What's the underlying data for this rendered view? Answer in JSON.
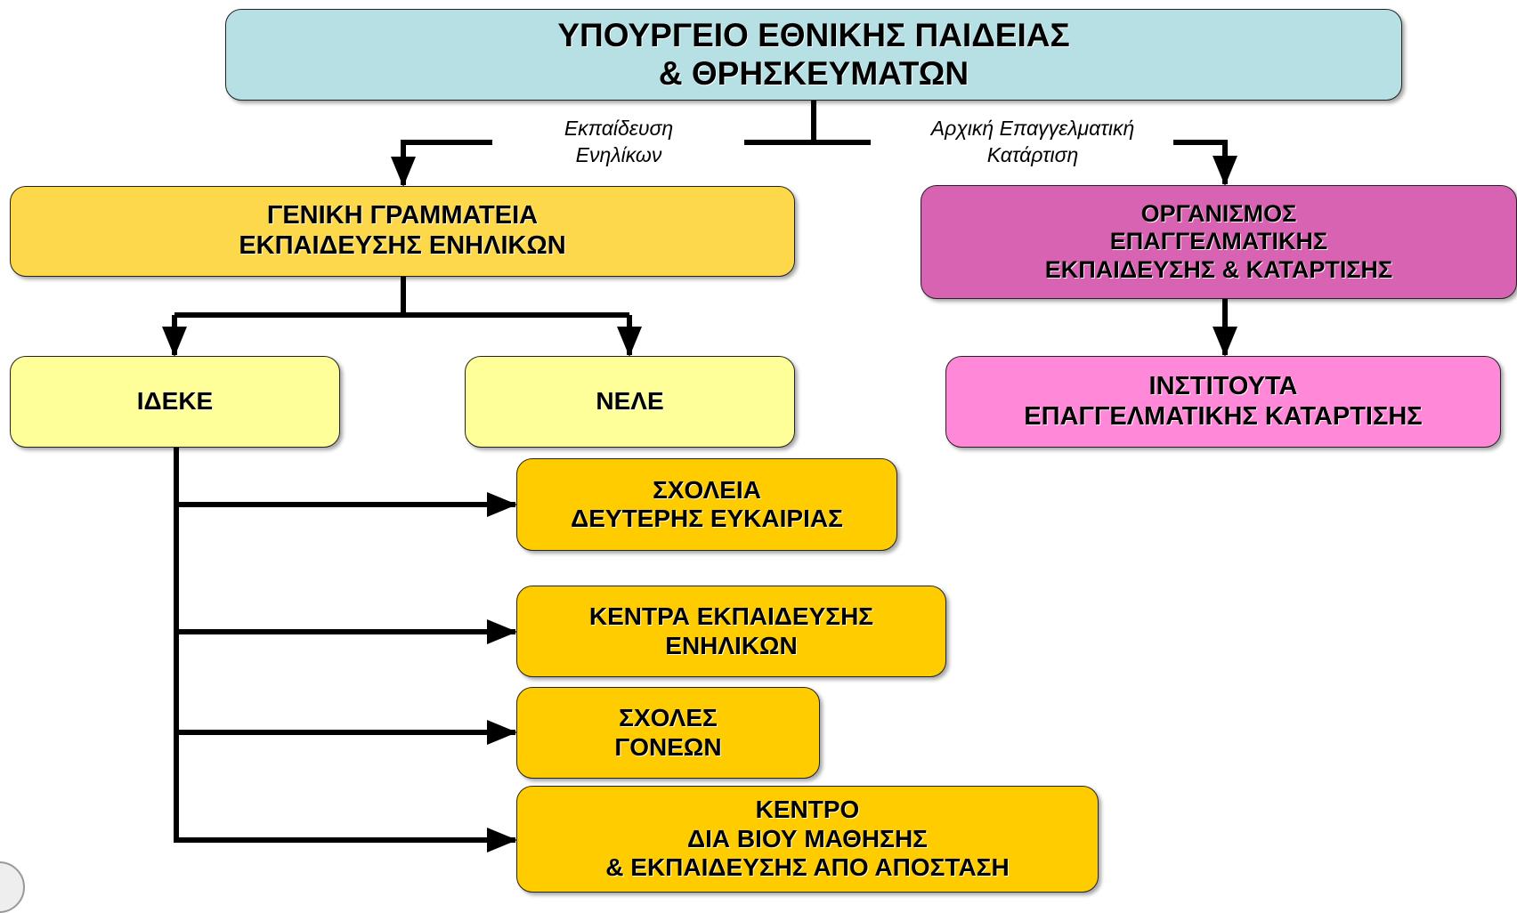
{
  "diagram": {
    "ministry": {
      "line1": "ΥΠΟΥΡΓΕΙΟ ΕΘΝΙΚΗΣ ΠΑΙΔΕΙΑΣ",
      "line2": "& ΘΡΗΣΚΕΥΜΑΤΩΝ"
    },
    "edge_labels": {
      "left": {
        "line1": "Εκπαίδευση",
        "line2": "Ενηλίκων"
      },
      "right": {
        "line1": "Αρχική Επαγγελματική",
        "line2": "Κατάρτιση"
      }
    },
    "general_secretariat": {
      "line1": "ΓΕΝΙΚΗ ΓΡΑΜΜΑΤΕΙΑ",
      "line2": "ΕΚΠΑΙΔΕΥΣΗΣ ΕΝΗΛΙΚΩΝ"
    },
    "oeek": {
      "line1": "ΟΡΓΑΝΙΣΜΟΣ",
      "line2": "ΕΠΑΓΓΕΛΜΑΤΙΚΗΣ",
      "line3": "ΕΚΠΑΙΔΕΥΣΗΣ & ΚΑΤΑΡΤΙΣΗΣ"
    },
    "ideke": {
      "line1": "ΙΔΕΚΕ"
    },
    "nele": {
      "line1": "ΝΕΛΕ"
    },
    "iek": {
      "line1": "ΙΝΣΤΙΤΟΥΤΑ",
      "line2": "ΕΠΑΓΓΕΛΜΑΤΙΚΗΣ ΚΑΤΑΡΤΙΣΗΣ"
    },
    "sde": {
      "line1": "ΣΧΟΛΕΙΑ",
      "line2": "ΔΕΥΤΕΡΗΣ ΕΥΚΑΙΡΙΑΣ"
    },
    "kee": {
      "line1": "ΚΕΝΤΡΑ ΕΚΠΑΙΔΕΥΣΗΣ",
      "line2": "ΕΝΗΛΙΚΩΝ"
    },
    "sg": {
      "line1": "ΣΧΟΛΕΣ",
      "line2": "ΓΟΝΕΩΝ"
    },
    "kdbm": {
      "line1": "ΚΕΝΤΡΟ",
      "line2": "ΔΙΑ ΒΙΟΥ ΜΑΘΗΣΗΣ",
      "line3": "& ΕΚΠΑΙΔΕΥΣΗΣ ΑΠΟ ΑΠΟΣΤΑΣΗ"
    }
  },
  "colors": {
    "ministry": "#b7e0e4",
    "secretariat": "#fdd84a",
    "oeek": "#d963b3",
    "ideke_nele": "#ffff99",
    "iek": "#ff88d8",
    "units": "#ffcc00",
    "connector": "#000000"
  }
}
